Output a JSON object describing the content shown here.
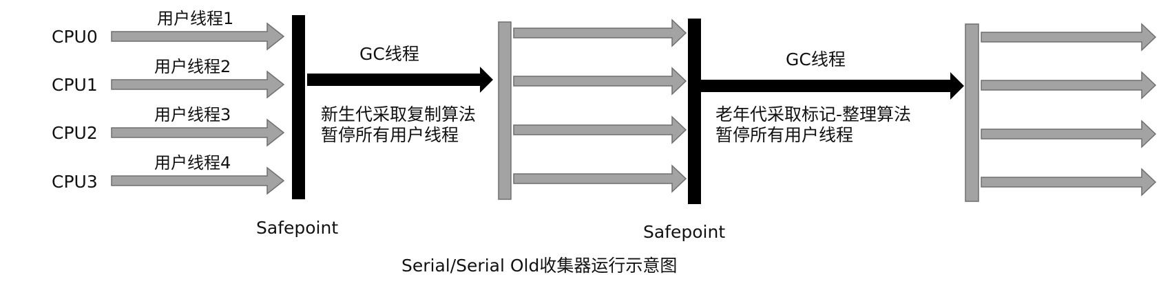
{
  "cpus": [
    "CPU0",
    "CPU1",
    "CPU2",
    "CPU3"
  ],
  "user_threads": [
    "用户线程1",
    "用户线程2",
    "用户线程3",
    "用户线程4"
  ],
  "phase1": {
    "gc_label": "GC线程",
    "note_line1": "新生代采取复制算法",
    "note_line2": "暂停所有用户线程",
    "safepoint": "Safepoint"
  },
  "phase2": {
    "gc_label": "GC线程",
    "note_line1": "老年代采取标记-整理算法",
    "note_line2": "暂停所有用户线程",
    "safepoint": "Safepoint"
  },
  "caption": "Serial/Serial Old收集器运行示意图",
  "colors": {
    "thread_arrow_fill": "#a3a3a3",
    "thread_arrow_stroke": "#6e6e6e",
    "gc_arrow": "#000000",
    "safepoint_bar": "#000000",
    "resume_bar": "#a3a3a3"
  },
  "icons": {
    "user_thread_arrow": "right-arrow-gray",
    "gc_arrow": "right-arrow-black"
  }
}
